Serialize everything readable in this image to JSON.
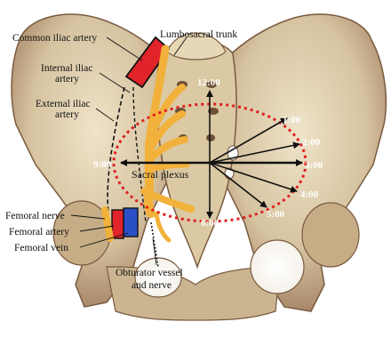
{
  "labels": {
    "common_iliac_artery": "Common iliac artery",
    "lumbosacral_trunk": "Lumbosacral trunk",
    "internal_iliac_artery_1": "Internal iliac",
    "internal_iliac_artery_2": "artery",
    "external_iliac_artery_1": "External iliac",
    "external_iliac_artery_2": "artery",
    "sacral_plexus": "Sacral plexus",
    "femoral_nerve": "Femoral nerve",
    "femoral_artery": "Femoral artery",
    "femoral_vein": "Femoral vein",
    "obturator_1": "Obturator vessel",
    "obturator_2": "and nerve"
  },
  "clock": {
    "c12": "12:00",
    "c1": "1:00",
    "c2": "2:00",
    "c3": "3:00",
    "c4": "4:00",
    "c5": "5:00",
    "c6": "6:00",
    "c9": "9:00"
  },
  "colors": {
    "bone": "#d8c8a6",
    "bone_shadow": "#8a6a4e",
    "artery": "#e0242a",
    "vein": "#2a4fc7",
    "nerve": "#f2b13a",
    "ellipse": "#e02020"
  }
}
